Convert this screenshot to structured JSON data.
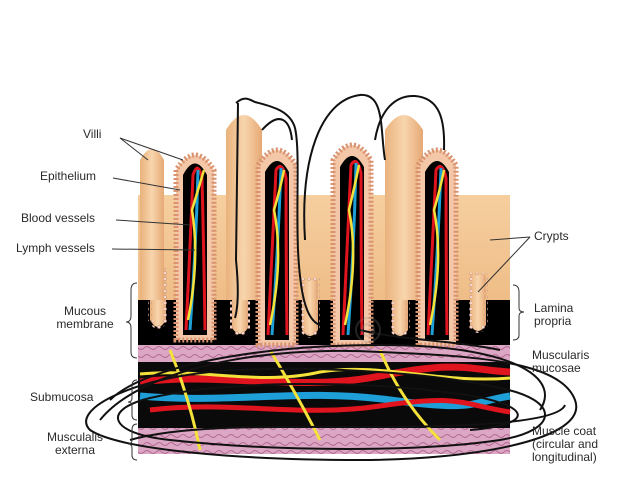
{
  "labels": {
    "villi": "Villi",
    "epithelium": "Epithelium",
    "blood_vessels": "Blood vessels",
    "lymph_vessels": "Lymph vessels",
    "mucous_membrane_1": "Mucous",
    "mucous_membrane_2": "membrane",
    "submucosa": "Submucosa",
    "muscularis_externa_1": "Musculalis",
    "muscularis_externa_2": "externa",
    "crypts": "Crypts",
    "lamina_propria_1": "Lamina",
    "lamina_propria_2": "propria",
    "muscularis_mucosae_1": "Muscularis",
    "muscularis_mucosae_2": "mucosae",
    "muscle_coat_1": "Muscle coat",
    "muscle_coat_2": "(circular and",
    "muscle_coat_3": "longitudinal)"
  },
  "colors": {
    "villus_tissue": "#f2c79a",
    "epithelium": "#f0b48e",
    "lamina_propria_fill": "#000000",
    "blood_vessel": "#e0141e",
    "lymph_vessel": "#1e9fd8",
    "nerve_yellow": "#f4e13a",
    "muscularis": "#d9a3c0",
    "scribble": "#111111"
  }
}
